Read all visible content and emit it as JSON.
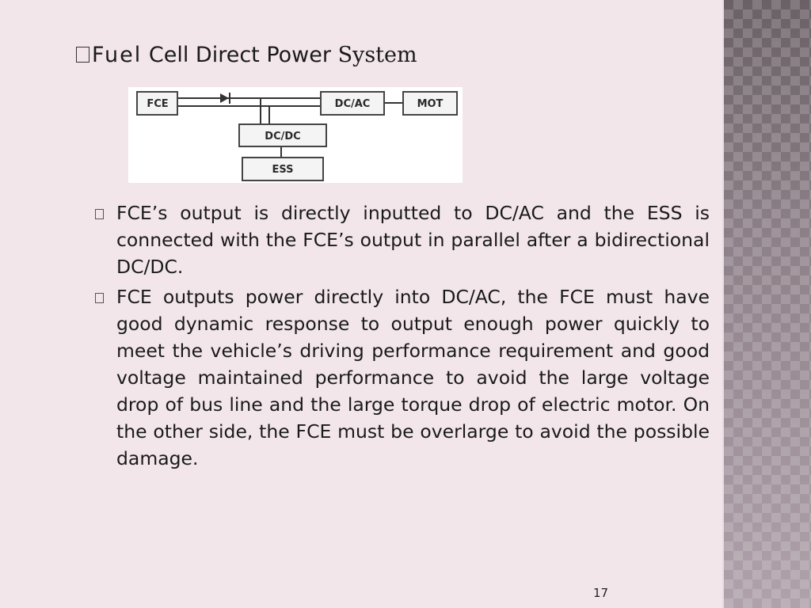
{
  "slide": {
    "title_part1": "Fuel",
    "title_part2": " Cell Direct Power ",
    "title_part3": "System",
    "diagram": {
      "blocks": {
        "fce": "FCE",
        "dcac": "DC/AC",
        "mot": "MOT",
        "dcdc": "DC/DC",
        "ess": "ESS"
      }
    },
    "bullets": [
      "FCE’s output is directly inputted to DC/AC and the ESS is connected with the FCE’s output in parallel after a bidirectional DC/DC.",
      "FCE outputs power directly into DC/AC, the FCE must have good dynamic response to output enough power quickly to meet the vehicle’s driving performance requirement and good voltage maintained performance to avoid the large voltage drop of bus line and the large torque drop of electric motor. On the other side, the FCE must be overlarge to avoid the possible damage."
    ],
    "page_number": "17"
  }
}
